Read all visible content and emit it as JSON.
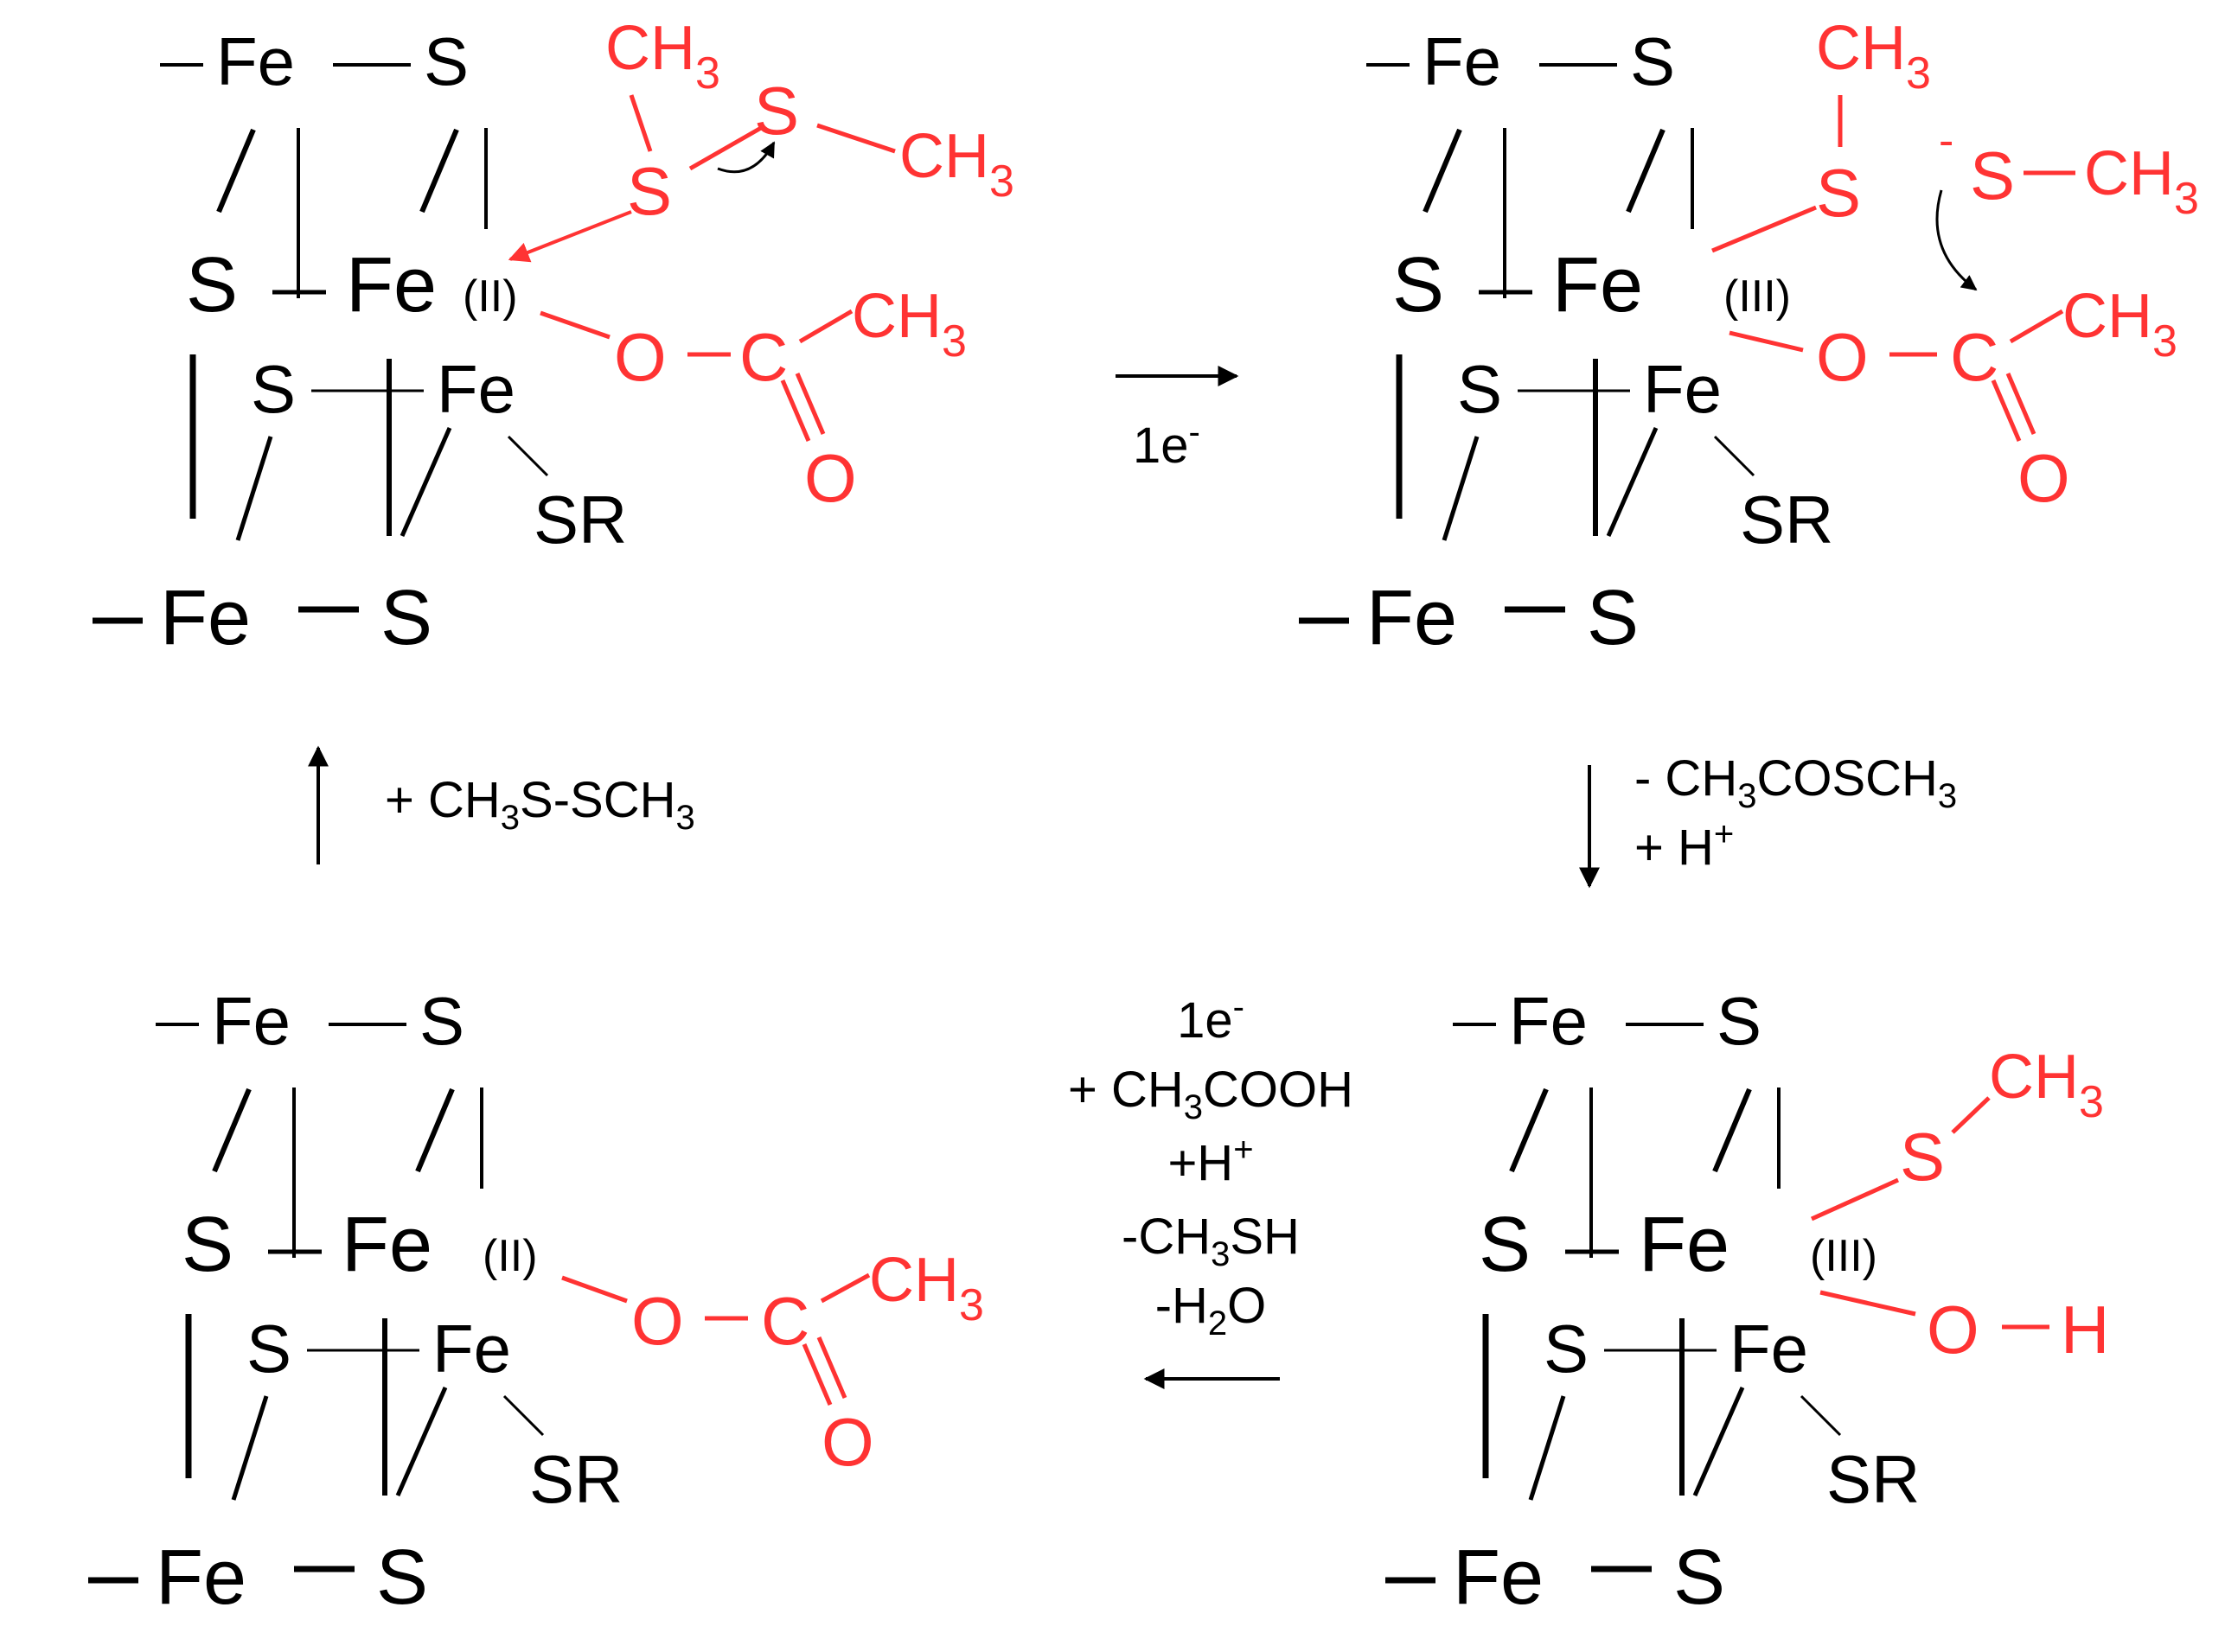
{
  "colors": {
    "black": "#000000",
    "red": "#ff3333",
    "background": "#ffffff"
  },
  "atoms": {
    "fe": "Fe",
    "s": "S",
    "sr": "SR",
    "o": "O",
    "c": "C",
    "h": "H",
    "ch": "CH",
    "three": "3"
  },
  "oxidation_states": {
    "fe2": "(II)",
    "fe3": "(III)"
  },
  "charges": {
    "thiolate": "-"
  },
  "steps": {
    "top_right": {
      "electron": "1e",
      "electron_sup": "-"
    },
    "right_down": {
      "line1_a": "- CH",
      "line1_sub": "3",
      "line1_b": "COSCH",
      "line1_sub2": "3",
      "line2_a": "+ H",
      "line2_sup": "+"
    },
    "bottom_left": {
      "line1_a": "1e",
      "line1_sup": "-",
      "line2_a": "+ CH",
      "line2_sub": "3",
      "line2_b": "COOH",
      "line3_a": "+H",
      "line3_sup": "+",
      "line4_a": "-CH",
      "line4_sub": "3",
      "line4_b": "SH",
      "line5_a": "-H",
      "line5_sub": "2",
      "line5_b": "O"
    },
    "left_up": {
      "line1_a": "+ CH",
      "line1_sub": "3",
      "line1_b": "S-SCH",
      "line1_sub2": "3"
    }
  }
}
